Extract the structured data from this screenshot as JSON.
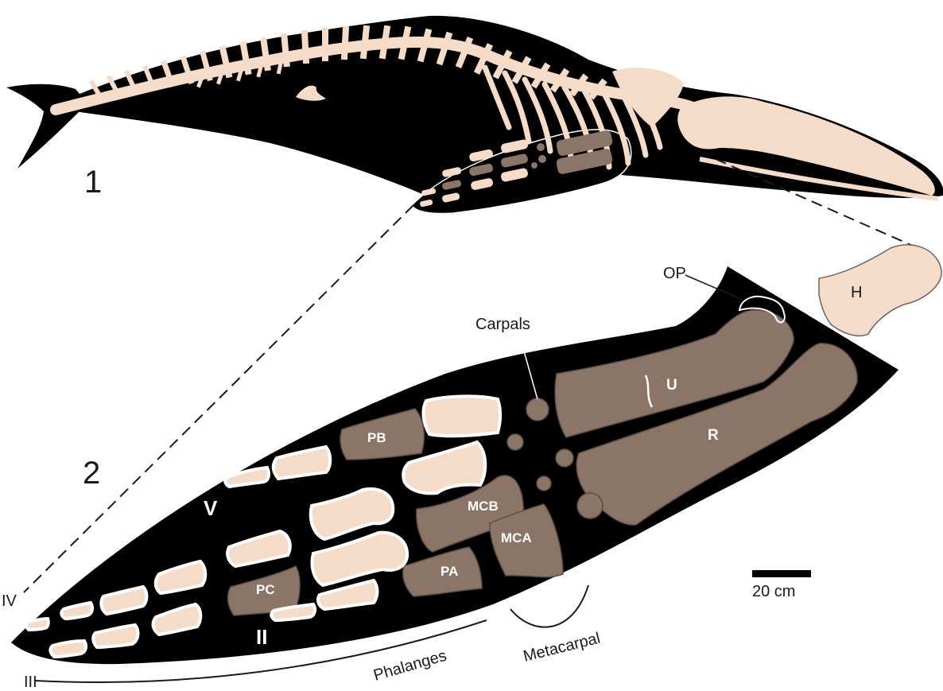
{
  "panels": {
    "panel1_label": "1",
    "panel2_label": "2"
  },
  "labels": {
    "op": "OP",
    "carpals": "Carpals",
    "humerus": "H",
    "ulna": "U",
    "radius": "R",
    "pb": "PB",
    "mcb": "MCB",
    "mca": "MCA",
    "pa": "PA",
    "pc": "PC",
    "digit_v": "V",
    "digit_iv": "IV",
    "digit_ii": "II",
    "digit_iii": "III",
    "phalanges": "Phalanges",
    "metacarpal": "Metacarpal"
  },
  "scale_bar": {
    "label": "20 cm"
  },
  "colors": {
    "silhouette": "#000000",
    "bone_cream": "#f5dcc8",
    "fossil_brown": "#8a7566",
    "label_white": "#ffffff"
  }
}
